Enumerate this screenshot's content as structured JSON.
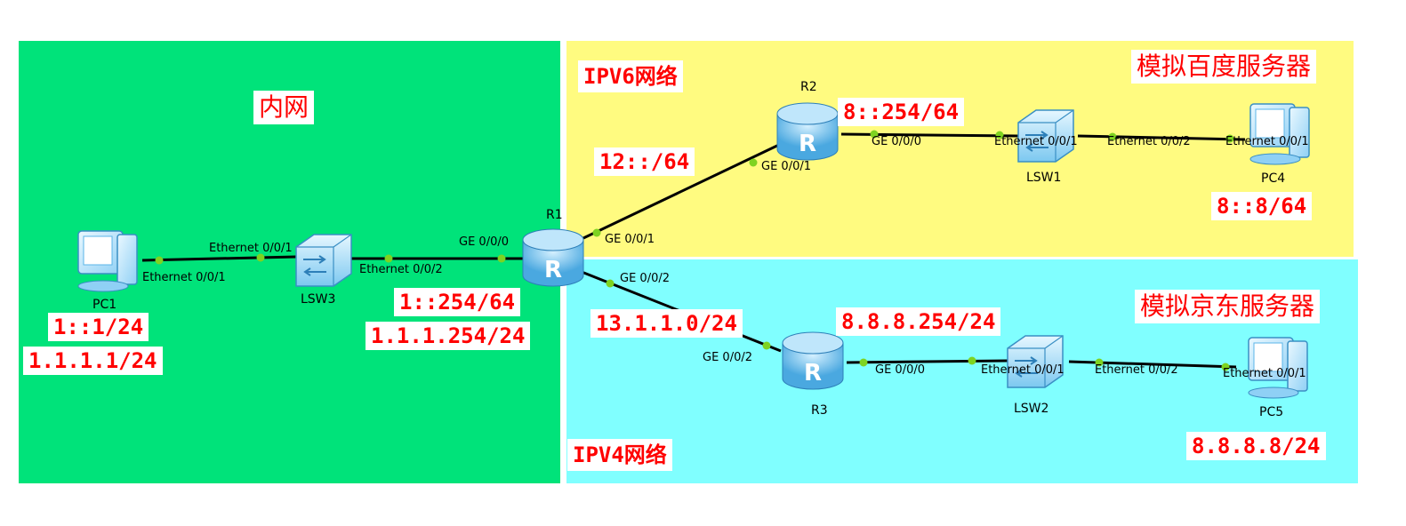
{
  "zones": {
    "inner": {
      "label": "内网",
      "color": "#00e37a"
    },
    "ipv6": {
      "label": "IPV6网络",
      "server_label": "模拟百度服务器",
      "color": "#fffb80"
    },
    "ipv4": {
      "label": "IPV4网络",
      "server_label": "模拟京东服务器",
      "color": "#80ffff"
    }
  },
  "devices": {
    "pc1": {
      "name": "PC1"
    },
    "lsw3": {
      "name": "LSW3"
    },
    "r1": {
      "name": "R1"
    },
    "r2": {
      "name": "R2"
    },
    "r3": {
      "name": "R3"
    },
    "lsw1": {
      "name": "LSW1"
    },
    "lsw2": {
      "name": "LSW2"
    },
    "pc4": {
      "name": "PC4"
    },
    "pc5": {
      "name": "PC5"
    }
  },
  "ports": {
    "pc1_e001": "Ethernet 0/0/1",
    "lsw3_e001": "Ethernet 0/0/1",
    "lsw3_e002": "Ethernet 0/0/2",
    "r1_ge000": "GE 0/0/0",
    "r1_ge001": "GE 0/0/1",
    "r1_ge002": "GE 0/0/2",
    "r2_ge001": "GE 0/0/1",
    "r2_ge000": "GE 0/0/0",
    "lsw1_e001": "Ethernet 0/0/1",
    "lsw1_e002": "Ethernet 0/0/2",
    "pc4_e001": "Ethernet 0/0/1",
    "r3_ge002": "GE 0/0/2",
    "r3_ge000": "GE 0/0/0",
    "lsw2_e001": "Ethernet 0/0/1",
    "lsw2_e002": "Ethernet 0/0/2",
    "pc5_e001": "Ethernet 0/0/1"
  },
  "addresses": {
    "pc1_v6": "1::1/24",
    "pc1_v4": "1.1.1.1/24",
    "r1_v6": "1::254/64",
    "r1_v4": "1.1.1.254/24",
    "r1_r2_net": "12::/64",
    "r2_v6": "8::254/64",
    "pc4_v6": "8::8/64",
    "r1_r3_net": "13.1.1.0/24",
    "r3_v4": "8.8.8.254/24",
    "pc5_v4": "8.8.8.8/24"
  },
  "colors": {
    "link": "#000000",
    "port_dot": "#7ed321",
    "label_red": "#ff0000",
    "device_blue": "#5bb5e8"
  }
}
